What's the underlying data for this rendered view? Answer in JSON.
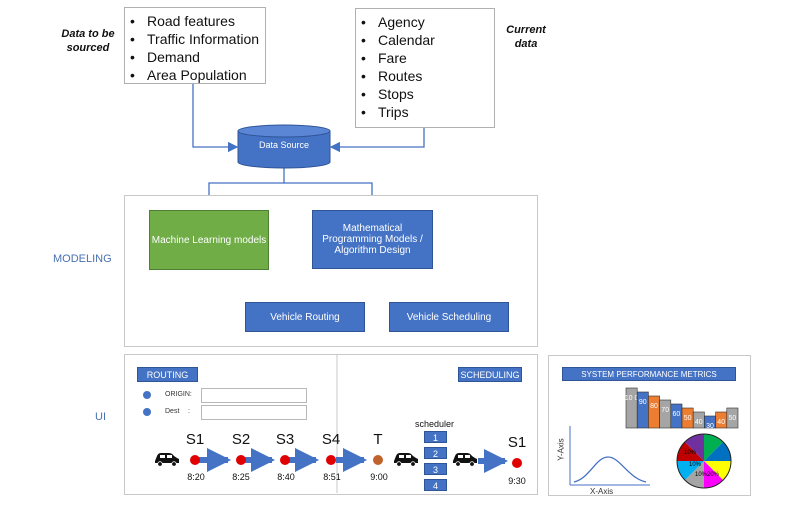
{
  "top": {
    "left_note": "Data to be sourced",
    "left_items": [
      "Road features",
      "Traffic Information",
      "Demand",
      "Area Population"
    ],
    "right_note": "Current data",
    "right_items": [
      "Agency",
      "Calendar",
      "Fare",
      "Routes",
      "Stops",
      "Trips"
    ],
    "data_source": "Data Source"
  },
  "modeling": {
    "section_label": "MODELING",
    "ml_box": "Machine Learning models",
    "math_box": "Mathematical Programming Models / Algorithm Design",
    "routing_box": "Vehicle Routing",
    "scheduling_box": "Vehicle Scheduling"
  },
  "ui": {
    "section_label": "UI",
    "routing_tag": "ROUTING",
    "origin_label": "ORIGIN:",
    "dest_label": "Dest",
    "dest_colon": ":",
    "scheduling_tag": "SCHEDULING",
    "stops": [
      {
        "name": "S1",
        "time": "8:20"
      },
      {
        "name": "S2",
        "time": "8:25"
      },
      {
        "name": "S3",
        "time": "8:40"
      },
      {
        "name": "S4",
        "time": "8:51"
      },
      {
        "name": "T",
        "time": "9:00"
      }
    ],
    "scheduler_label": "scheduler",
    "scheduler_items": [
      "1",
      "2",
      "3",
      "4"
    ],
    "final_stop": {
      "name": "S1",
      "time": "9:30"
    },
    "metrics_tag": "SYSTEM PERFORMANCE METRICS",
    "y_axis": "Y-Axis",
    "x_axis": "X-Axis",
    "bar_labels": [
      "10 0",
      "90",
      "80",
      "70",
      "60",
      "50",
      "40",
      "30",
      "40",
      "50"
    ],
    "bar_values": [
      100,
      90,
      80,
      70,
      60,
      50,
      40,
      30,
      40,
      50
    ],
    "bar_colors": [
      "#a5a5a5",
      "#4472c4",
      "#ed7d31",
      "#a5a5a5",
      "#4472c4",
      "#ed7d31",
      "#a5a5a5",
      "#4472c4",
      "#ed7d31",
      "#a5a5a5"
    ],
    "pie_labels": [
      "10%",
      "10%",
      "10%",
      "20%"
    ],
    "colors": {
      "red_stop": "#e00000",
      "brown_stop": "#c0622b",
      "arrow": "#4472c4",
      "green": "#70ad47"
    }
  }
}
